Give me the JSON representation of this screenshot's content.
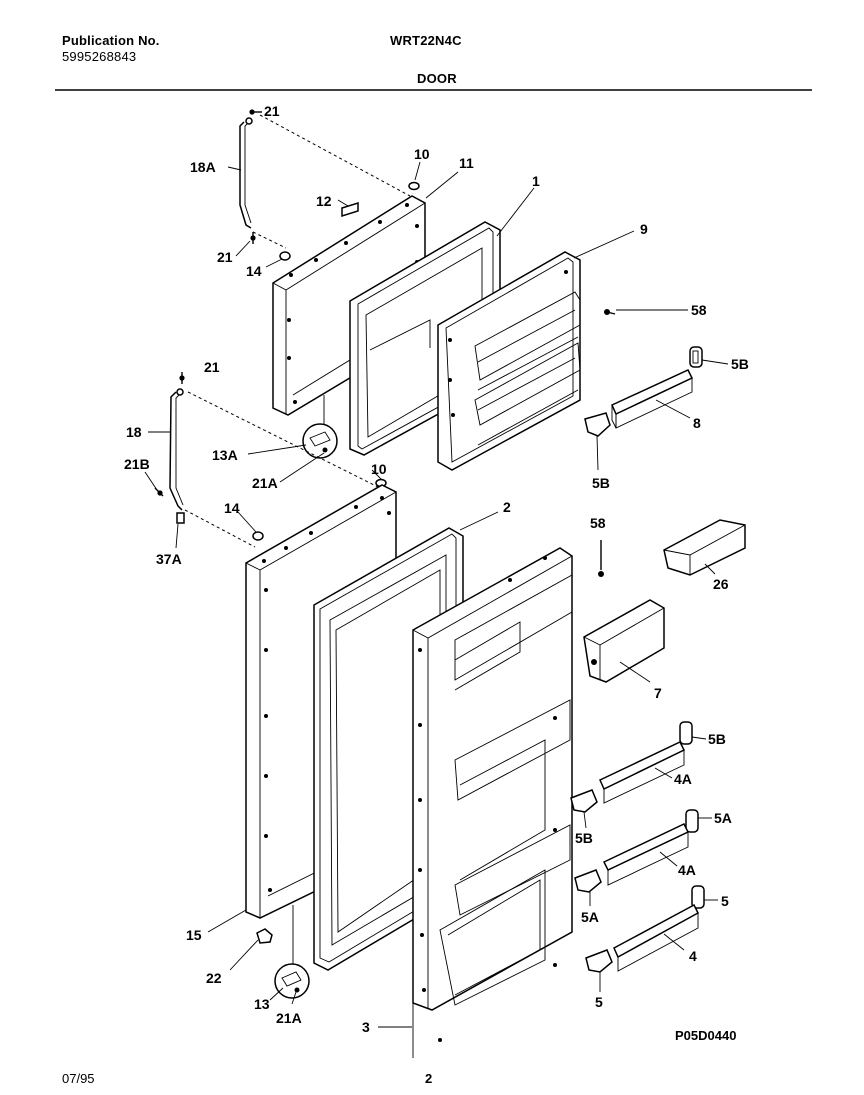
{
  "header": {
    "publication_label": "Publication No.",
    "publication_number": "5995268843",
    "model": "WRT22N4C",
    "section": "DOOR"
  },
  "footer": {
    "date": "07/95",
    "page": "2",
    "diagram_code": "P05D0440"
  },
  "callouts": {
    "c21a": "21",
    "c18A": "18A",
    "c10a": "10",
    "c11": "11",
    "c1": "1",
    "c12": "12",
    "c9": "9",
    "c21b": "21",
    "c14a": "14",
    "c58a": "58",
    "c5Ba": "5B",
    "c21c": "21",
    "c18": "18",
    "c8": "8",
    "c13A": "13A",
    "c5Bb": "5B",
    "c21Aa": "21A",
    "c21B": "21B",
    "c10b": "10",
    "c2": "2",
    "c14b": "14",
    "c37A": "37A",
    "c58b": "58",
    "c26": "26",
    "c7": "7",
    "c5Bc": "5B",
    "c4Aa": "4A",
    "c5Bd": "5B",
    "c5Aa": "5A",
    "c4Ab": "4A",
    "c5Ab": "5A",
    "c5a": "5",
    "c4": "4",
    "c15": "15",
    "c22": "22",
    "c13": "13",
    "c5b": "5",
    "c21Ab": "21A",
    "c3": "3"
  }
}
